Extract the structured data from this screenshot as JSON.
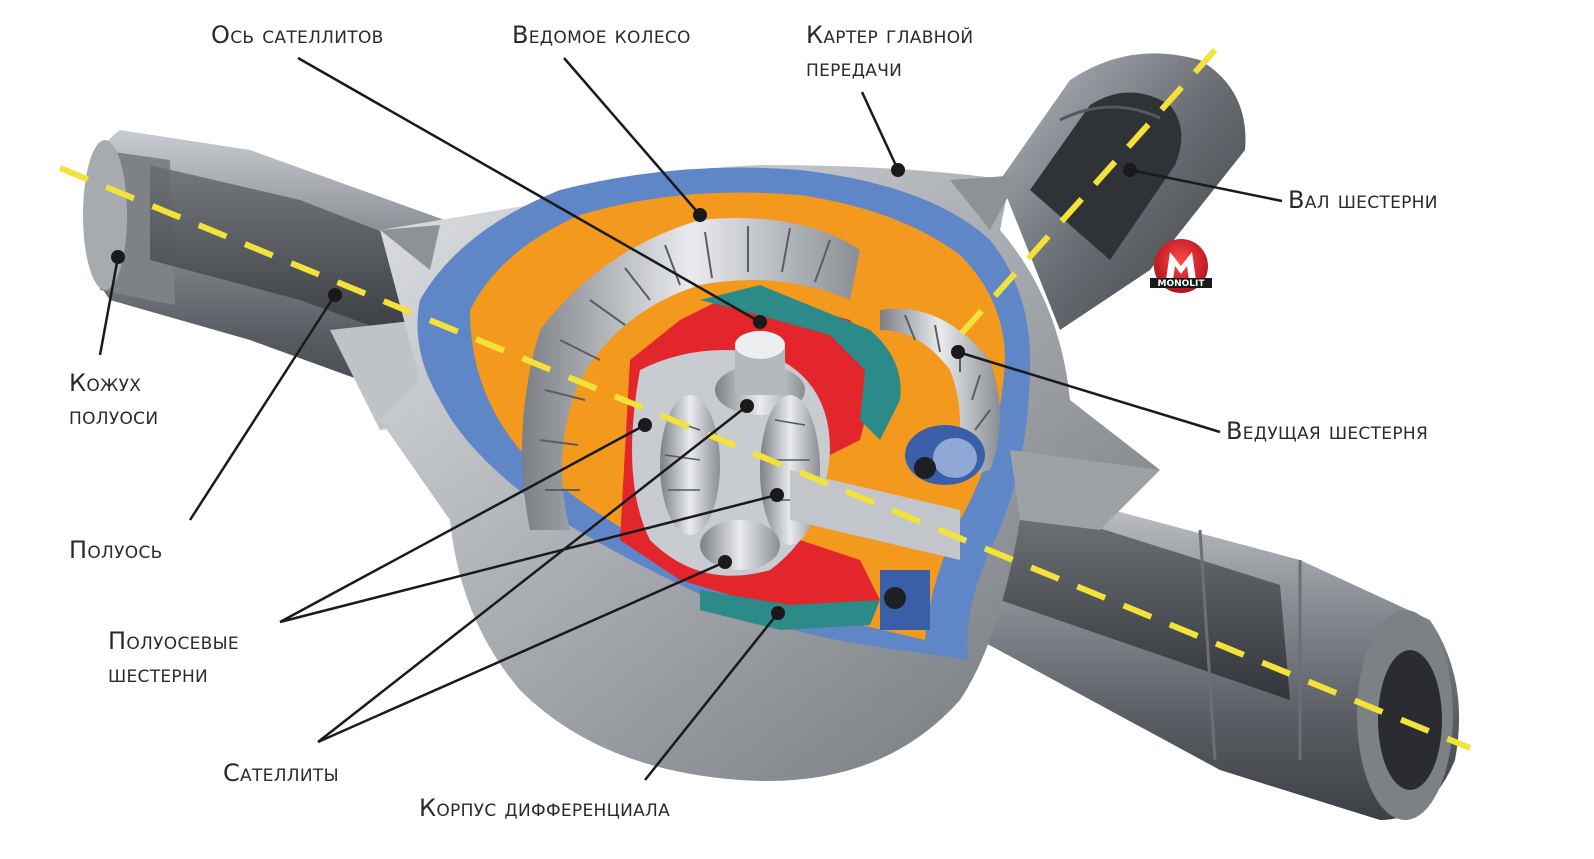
{
  "labels": {
    "satellite_axle": "Ось сателлитов",
    "driven_gear": "Ведомое колесо",
    "final_drive_housing_line1": "Картер главной",
    "final_drive_housing_line2": "передачи",
    "pinion_shaft": "Вал шестерни",
    "axle_housing_line1": "Кожух",
    "axle_housing_line2": "полуоси",
    "drive_pinion": "Ведущая шестерня",
    "axle_shaft": "Полуось",
    "side_gears_line1": "Полуосевые",
    "side_gears_line2": "шестерни",
    "satellites": "Сателлиты",
    "diff_case": "Корпус дифференциала"
  },
  "logo": {
    "text": "MONOLIT",
    "color": "#d8202a"
  },
  "colors": {
    "housing_grey": "#8e9196",
    "housing_blue": "#5f86c6",
    "case_orange": "#f39a1e",
    "case_red": "#e3262b",
    "case_teal": "#2c8a88",
    "bearing_blue": "#3a5fa8",
    "axis_yellow": "#f2e23a"
  }
}
